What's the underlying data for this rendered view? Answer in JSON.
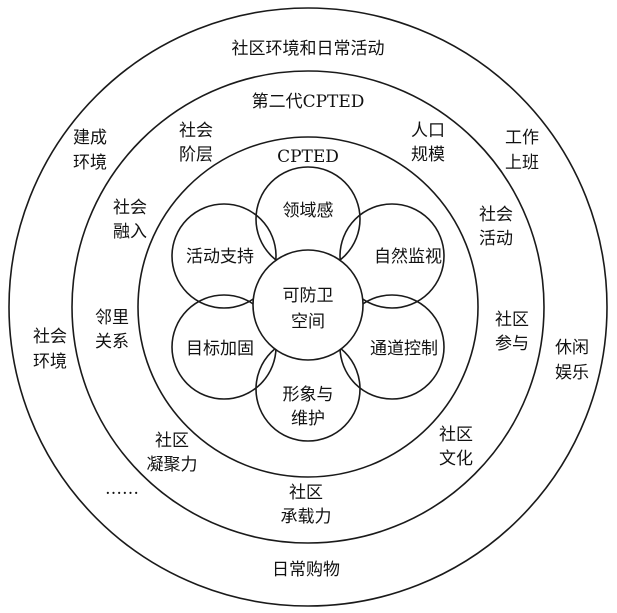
{
  "outer_ring": {
    "top_label": "社区环境和日常活动",
    "bottom_label": "日常购物",
    "items": [
      {
        "id": "built-env",
        "lines": [
          "建成",
          "环境"
        ]
      },
      {
        "id": "work",
        "lines": [
          "工作",
          "上班"
        ]
      },
      {
        "id": "social-env",
        "lines": [
          "社会",
          "环境"
        ]
      },
      {
        "id": "leisure",
        "lines": [
          "休闲",
          "娱乐"
        ]
      }
    ]
  },
  "middle_ring": {
    "title": "第二代CPTED",
    "items": [
      {
        "id": "social-strata",
        "lines": [
          "社会",
          "阶层"
        ]
      },
      {
        "id": "population-scale",
        "lines": [
          "人口",
          "规模"
        ]
      },
      {
        "id": "social-integration",
        "lines": [
          "社会",
          "融入"
        ]
      },
      {
        "id": "social-activity",
        "lines": [
          "社会",
          "活动"
        ]
      },
      {
        "id": "neighborhood",
        "lines": [
          "邻里",
          "关系"
        ]
      },
      {
        "id": "community-participation",
        "lines": [
          "社区",
          "参与"
        ]
      },
      {
        "id": "community-cohesion",
        "lines": [
          "社区",
          "凝聚力"
        ]
      },
      {
        "id": "community-culture",
        "lines": [
          "社区",
          "文化"
        ]
      },
      {
        "id": "community-capacity",
        "lines": [
          "社区",
          "承载力"
        ]
      },
      {
        "id": "ellipsis",
        "lines": [
          "……"
        ]
      }
    ]
  },
  "inner_ring": {
    "title": "CPTED",
    "center": [
      "可防卫",
      "空间"
    ],
    "petals": [
      {
        "id": "territoriality",
        "label": "领域感"
      },
      {
        "id": "natural-surveillance",
        "label": "自然监视"
      },
      {
        "id": "access-control",
        "label": "通道控制"
      },
      {
        "id": "image-maintenance",
        "lines": [
          "形象与",
          "维护"
        ]
      },
      {
        "id": "target-hardening",
        "label": "目标加固"
      },
      {
        "id": "activity-support",
        "label": "活动支持"
      }
    ]
  }
}
